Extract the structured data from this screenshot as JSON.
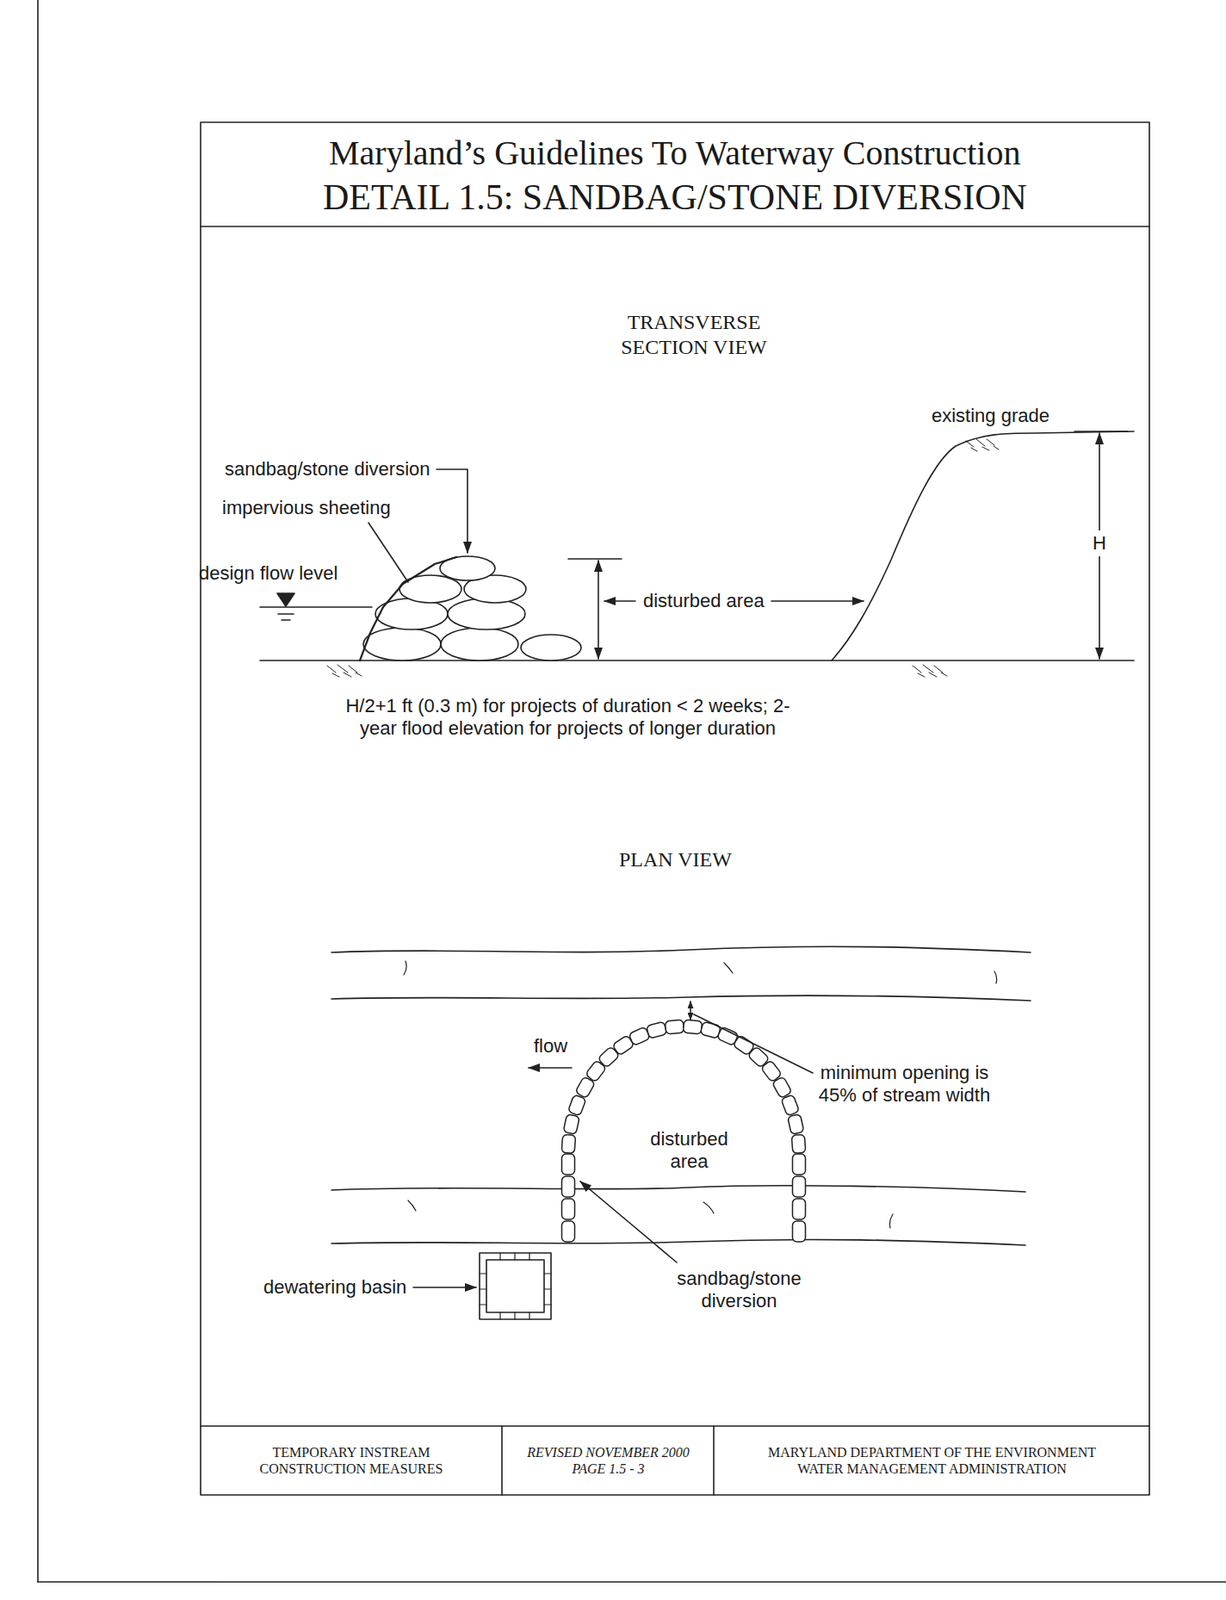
{
  "diagram": {
    "title": "Maryland’s Guidelines To Waterway Construction",
    "labels": [
      "DETAIL 1.5: SANDBAG/STONE DIVERSION",
      "TRANSVERSE SECTION VIEW",
      "existing grade",
      "sandbag/stone diversion",
      "impervious sheeting",
      "design flow level",
      "disturbed area",
      "H",
      "H/2+1 ft (0.3 m) for projects of duration < 2 weeks; 2-year flood elevation for projects of longer duration",
      "PLAN VIEW",
      "flow",
      "minimum opening is 45% of stream width",
      "disturbed area",
      "sandbag/stone diversion",
      "dewatering basin",
      "TEMPORARY INSTREAM CONSTRUCTION MEASURES",
      "REVISED NOVEMBER 2000 PAGE 1.5 - 3",
      "MARYLAND DEPARTMENT OF THE ENVIRONMENT WATER MANAGEMENT ADMINISTRATION"
    ]
  }
}
